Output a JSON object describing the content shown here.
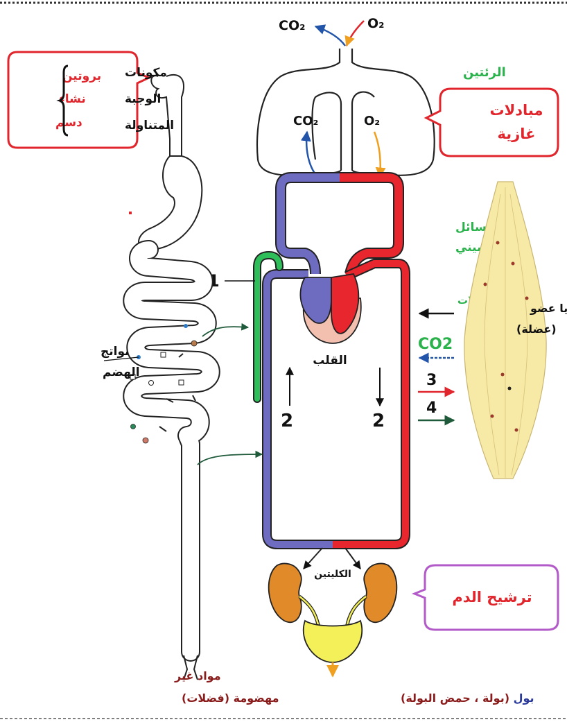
{
  "colors": {
    "oxygenated": "#e8262e",
    "deoxygenated": "#6e6cc0",
    "lymph": "#2fbf5a",
    "label_green": "#2bb24c",
    "label_red": "#e0262c",
    "label_darkred": "#8a1c1c",
    "callout_red": "#e0262c",
    "callout_purple": "#b25ac8",
    "co2_blue": "#2255aa",
    "muscle_fill": "#f7e9a6",
    "kidney": "#e08a2a",
    "bladder": "#f4f05a"
  },
  "lungs": {
    "label": "الرئتين",
    "top_co2": "CO₂",
    "top_o2": "O₂",
    "inner_co2": "CO₂",
    "inner_o2": "O₂"
  },
  "callout_gas": {
    "line1": "مبادلات",
    "line2": "غازية"
  },
  "callout_food": {
    "items": [
      "بروتين",
      "نشاء",
      "دسم"
    ],
    "labels": [
      "مكونات",
      "الوجبة",
      "المتناولة"
    ]
  },
  "heart": {
    "label": "القلب"
  },
  "label_1": "1",
  "label_2_left": "2",
  "label_2_right": "2",
  "digestion_products": {
    "line1": "نواتج",
    "line2": "الهضم"
  },
  "interstitial_fluid": {
    "line1": "سائل",
    "line2": "بيني"
  },
  "waste": "فضلات",
  "co2_label": "CO2",
  "label_3": "3",
  "label_4": "4",
  "organ_cells": {
    "line1": "خلايا عضو",
    "line2": "(عضلة)"
  },
  "kidneys": {
    "label": "الكليتين"
  },
  "callout_filter": {
    "label": "ترشيح الدم"
  },
  "undigested": {
    "line1": "مواد غير",
    "line2": "مهضومة (فضلات)"
  },
  "urine": {
    "word": "بول",
    "detail": " (بولة ، حمض البولة)"
  }
}
